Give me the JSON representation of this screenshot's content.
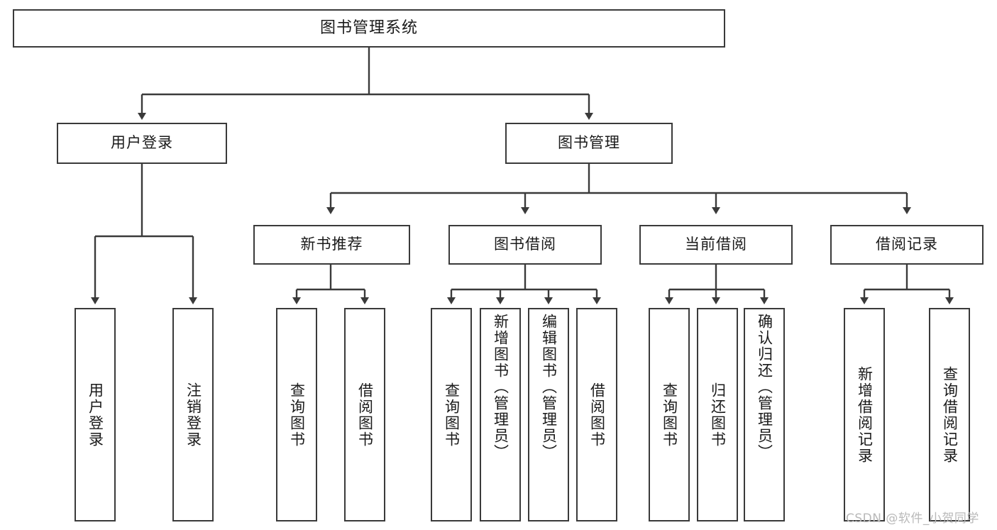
{
  "diagram": {
    "type": "tree",
    "title": "图书管理系统",
    "watermark": "CSDN @软件_小贺同学",
    "colors": {
      "background": "#ffffff",
      "stroke": "#3a3a3a",
      "text": "#1a1a1a",
      "watermark": "#b9b9b9"
    },
    "nodes": {
      "root": {
        "label": "图书管理系统"
      },
      "level2": [
        {
          "id": "user-login",
          "label": "用户登录"
        },
        {
          "id": "book-manage",
          "label": "图书管理"
        }
      ],
      "level3": [
        {
          "id": "new-book-rec",
          "label": "新书推荐"
        },
        {
          "id": "book-borrow",
          "label": "图书借阅"
        },
        {
          "id": "current-borrow",
          "label": "当前借阅"
        },
        {
          "id": "borrow-record",
          "label": "借阅记录"
        }
      ],
      "leaves": [
        {
          "id": "leaf-user-login",
          "label": "用户登录",
          "parent": "user-login"
        },
        {
          "id": "leaf-user-logout",
          "label": "注销登录",
          "parent": "user-login"
        },
        {
          "id": "leaf-query-book-1",
          "label": "查询图书",
          "parent": "new-book-rec"
        },
        {
          "id": "leaf-borrow-book-1",
          "label": "借阅图书",
          "parent": "new-book-rec"
        },
        {
          "id": "leaf-query-book-2",
          "label": "查询图书",
          "parent": "book-borrow"
        },
        {
          "id": "leaf-add-book",
          "label": "新增图书（管理员）",
          "parent": "book-borrow"
        },
        {
          "id": "leaf-edit-book",
          "label": "编辑图书（管理员）",
          "parent": "book-borrow"
        },
        {
          "id": "leaf-borrow-book-2",
          "label": "借阅图书",
          "parent": "book-borrow"
        },
        {
          "id": "leaf-query-book-3",
          "label": "查询图书",
          "parent": "current-borrow"
        },
        {
          "id": "leaf-return-book",
          "label": "归还图书",
          "parent": "current-borrow"
        },
        {
          "id": "leaf-confirm-return",
          "label": "确认归还（管理员）",
          "parent": "current-borrow"
        },
        {
          "id": "leaf-add-record",
          "label": "新增借阅记录",
          "parent": "borrow-record"
        },
        {
          "id": "leaf-query-record",
          "label": "查询借阅记录",
          "parent": "borrow-record"
        }
      ]
    }
  }
}
